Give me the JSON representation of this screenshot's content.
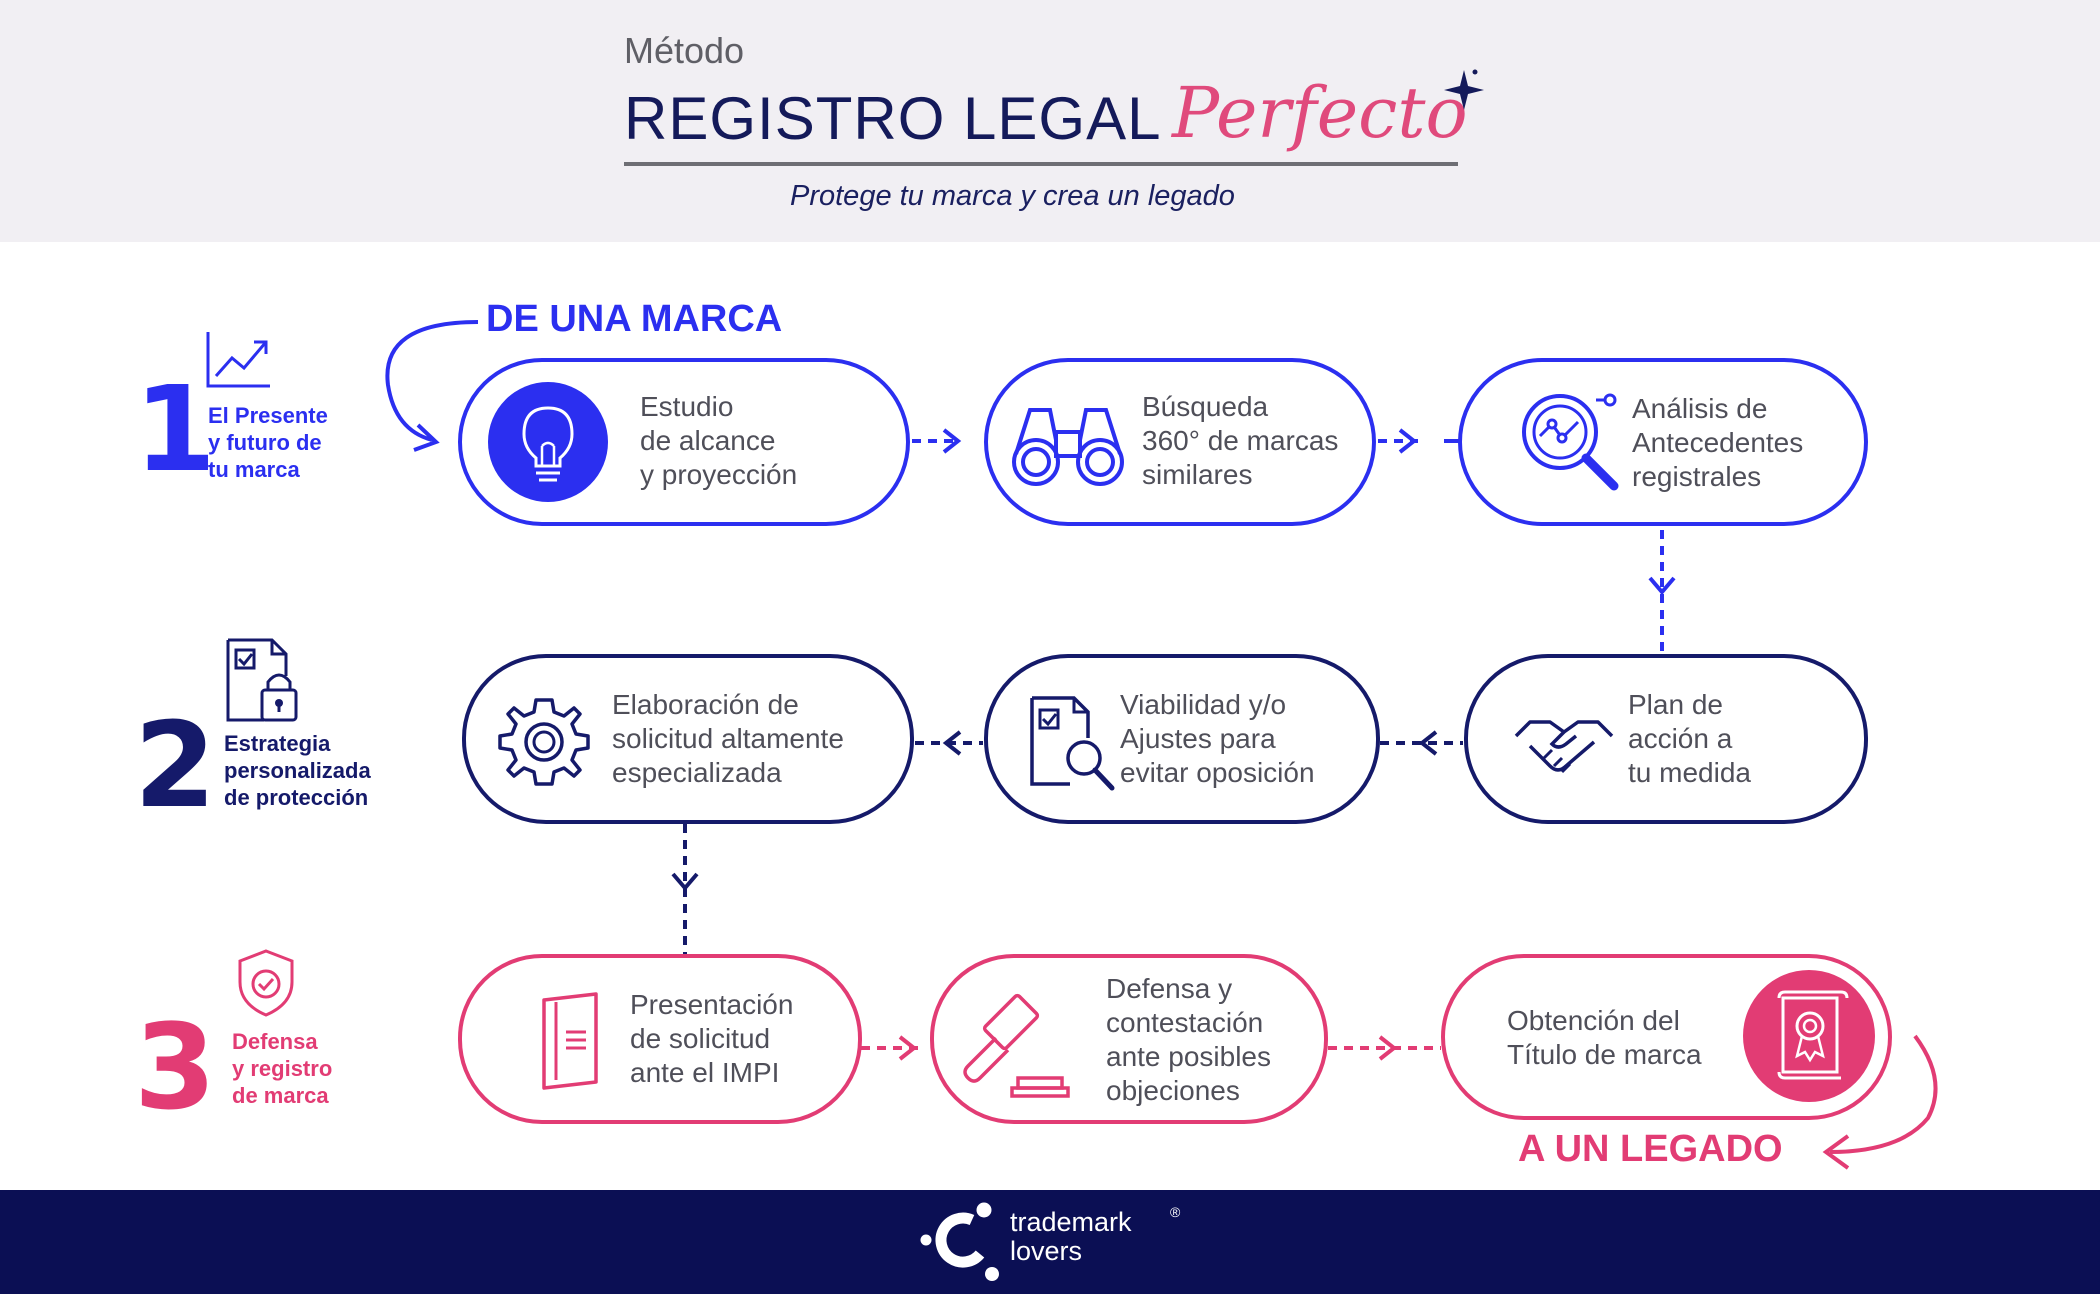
{
  "header": {
    "subtitle": "Método",
    "title_main": "REGISTRO LEGAL",
    "title_script": "Perfecto",
    "tagline": "Protege tu marca y crea un legado"
  },
  "callouts": {
    "top": "DE UNA MARCA",
    "bottom": "A UN LEGADO"
  },
  "colors": {
    "blue": "#2b2ff0",
    "navy": "#151a6a",
    "pink": "#e23c74",
    "footer": "#0b0f54",
    "header_bg": "#f1eff3"
  },
  "stages": [
    {
      "number": "1",
      "label_lines": [
        "El Presente",
        "y futuro de",
        "tu marca"
      ],
      "icon": "trend-chart-icon",
      "steps": [
        {
          "icon": "lightbulb-icon",
          "lines": [
            "Estudio",
            "de alcance",
            "y proyección"
          ]
        },
        {
          "icon": "binoculars-icon",
          "lines": [
            "Búsqueda",
            "360° de marcas",
            "similares"
          ]
        },
        {
          "icon": "magnifier-chart-icon",
          "lines": [
            "Análisis de",
            "Antecedentes",
            "registrales"
          ]
        }
      ]
    },
    {
      "number": "2",
      "label_lines": [
        "Estrategia",
        "personalizada",
        "de protección"
      ],
      "icon": "document-lock-icon",
      "steps": [
        {
          "icon": "gear-icon",
          "lines": [
            "Elaboración de",
            "solicitud altamente",
            "especializada"
          ]
        },
        {
          "icon": "document-search-icon",
          "lines": [
            "Viabilidad y/o",
            "Ajustes para",
            "evitar oposición"
          ]
        },
        {
          "icon": "handshake-icon",
          "lines": [
            "Plan de",
            "acción a",
            "tu medida"
          ]
        }
      ]
    },
    {
      "number": "3",
      "label_lines": [
        "Defensa",
        "y registro",
        "de marca"
      ],
      "icon": "shield-check-icon",
      "steps": [
        {
          "icon": "open-book-icon",
          "lines": [
            "Presentación",
            "de solicitud",
            "ante el IMPI"
          ]
        },
        {
          "icon": "gavel-icon",
          "lines": [
            "Defensa y",
            "contestación",
            "ante posibles",
            "objeciones"
          ]
        },
        {
          "icon": "certificate-icon",
          "lines": [
            "Obtención del",
            "Título de marca"
          ]
        }
      ]
    }
  ],
  "footer": {
    "brand_line1": "trademark",
    "brand_line2": "lovers",
    "registered": "®",
    "logo_icon": "trademark-lovers-logo-icon"
  }
}
